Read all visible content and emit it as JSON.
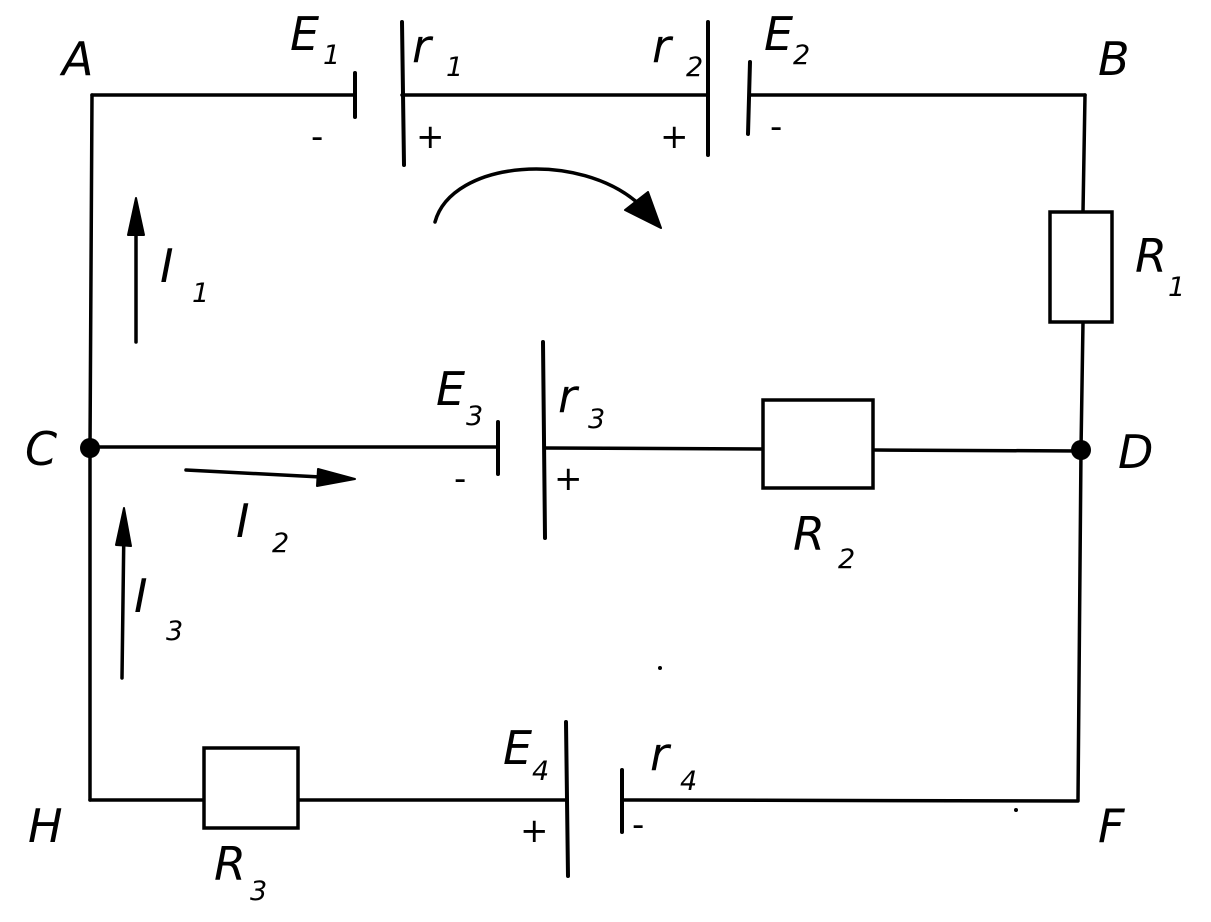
{
  "nodes": {
    "A": "A",
    "B": "B",
    "C": "C",
    "D": "D",
    "F": "F",
    "H": "H"
  },
  "sources": [
    {
      "id": "e1",
      "emf": "E",
      "emf_index": "1",
      "resistance": "r",
      "resistance_index": "1",
      "minus": "-",
      "plus": "+"
    },
    {
      "id": "e2",
      "emf": "E",
      "emf_index": "2",
      "resistance": "r",
      "resistance_index": "2",
      "minus": "-",
      "plus": "+"
    },
    {
      "id": "e3",
      "emf": "E",
      "emf_index": "3",
      "resistance": "r",
      "resistance_index": "3",
      "minus": "-",
      "plus": "+"
    },
    {
      "id": "e4",
      "emf": "E",
      "emf_index": "4",
      "resistance": "r",
      "resistance_index": "4",
      "minus": "-",
      "plus": "+"
    }
  ],
  "resistors": [
    {
      "id": "r1",
      "label": "R",
      "index": "1"
    },
    {
      "id": "r2",
      "label": "R",
      "index": "2"
    },
    {
      "id": "r3",
      "label": "R",
      "index": "3"
    }
  ],
  "currents": [
    {
      "id": "i1",
      "label": "I",
      "index": "1",
      "direction": "up"
    },
    {
      "id": "i2",
      "label": "I",
      "index": "2",
      "direction": "right"
    },
    {
      "id": "i3",
      "label": "I",
      "index": "3",
      "direction": "up"
    }
  ],
  "loop_direction": "clockwise"
}
